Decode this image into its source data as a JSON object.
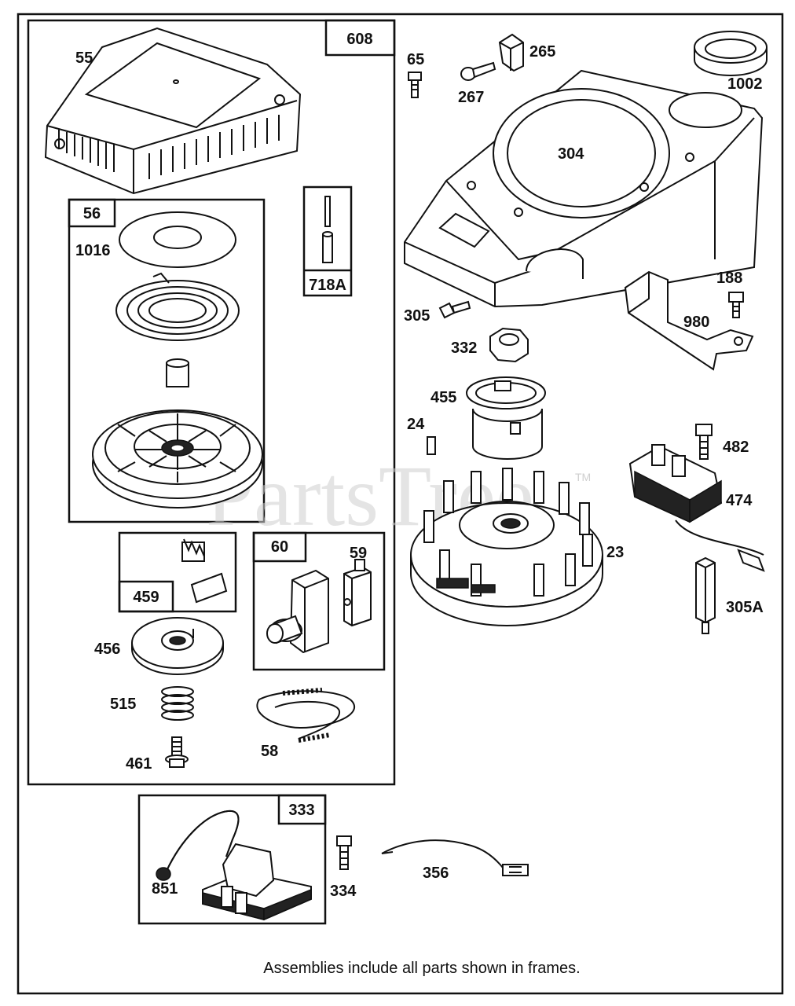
{
  "watermark": {
    "text": "PartsTree",
    "trademark": "TM"
  },
  "frames": {
    "f608": "608",
    "f56": "56",
    "f718a": "718A",
    "f459": "459",
    "f60": "60",
    "f333": "333"
  },
  "parts": {
    "p55": "55",
    "p65": "65",
    "p265": "265",
    "p267": "267",
    "p1002": "1002",
    "p304": "304",
    "p1016": "1016",
    "p188": "188",
    "p305": "305",
    "p980": "980",
    "p332": "332",
    "p455": "455",
    "p24": "24",
    "p482": "482",
    "p474": "474",
    "p23": "23",
    "p305a": "305A",
    "p59": "59",
    "p456": "456",
    "p515": "515",
    "p58": "58",
    "p461": "461",
    "p851": "851",
    "p334": "334",
    "p356": "356"
  },
  "caption": "Assemblies include all parts shown in frames."
}
